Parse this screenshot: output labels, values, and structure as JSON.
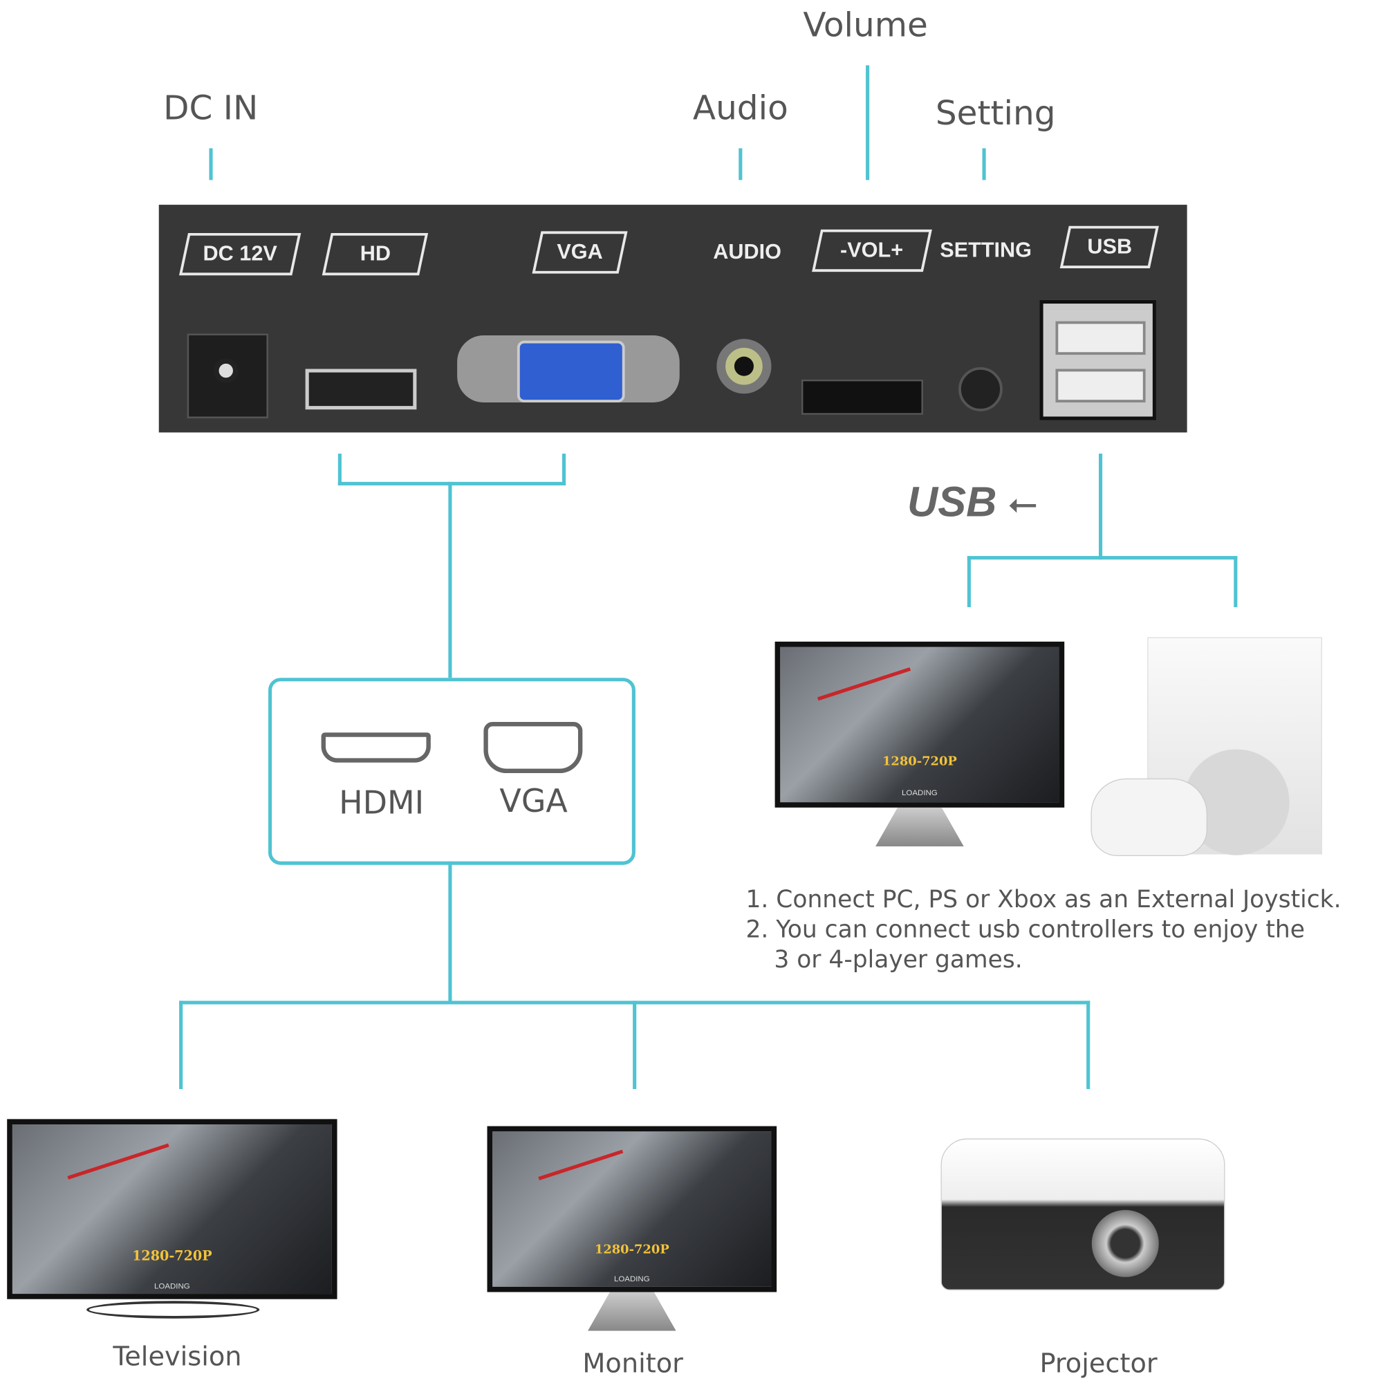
{
  "top_labels": {
    "dc_in": "DC IN",
    "audio": "Audio",
    "volume": "Volume",
    "setting": "Setting"
  },
  "panel": {
    "dc": "DC 12V",
    "hd": "HD",
    "vga": "VGA",
    "audio": "AUDIO",
    "vol": "-VOL+",
    "setting": "SETTING",
    "usb": "USB"
  },
  "usb_heading": "USB",
  "box": {
    "hdmi": "HDMI",
    "vga": "VGA"
  },
  "notes": [
    "1. Connect PC, PS or Xbox as an External Joystick.",
    "2. You can connect usb controllers to enjoy the",
    "3 or 4-player games."
  ],
  "screen": {
    "resolution": "1280-720P",
    "loading": "LOADING"
  },
  "outputs": {
    "tv": "Television",
    "monitor": "Monitor",
    "projector": "Projector"
  },
  "colors": {
    "line": "#4fc3d2",
    "device": "#373737",
    "text": "#555555"
  }
}
